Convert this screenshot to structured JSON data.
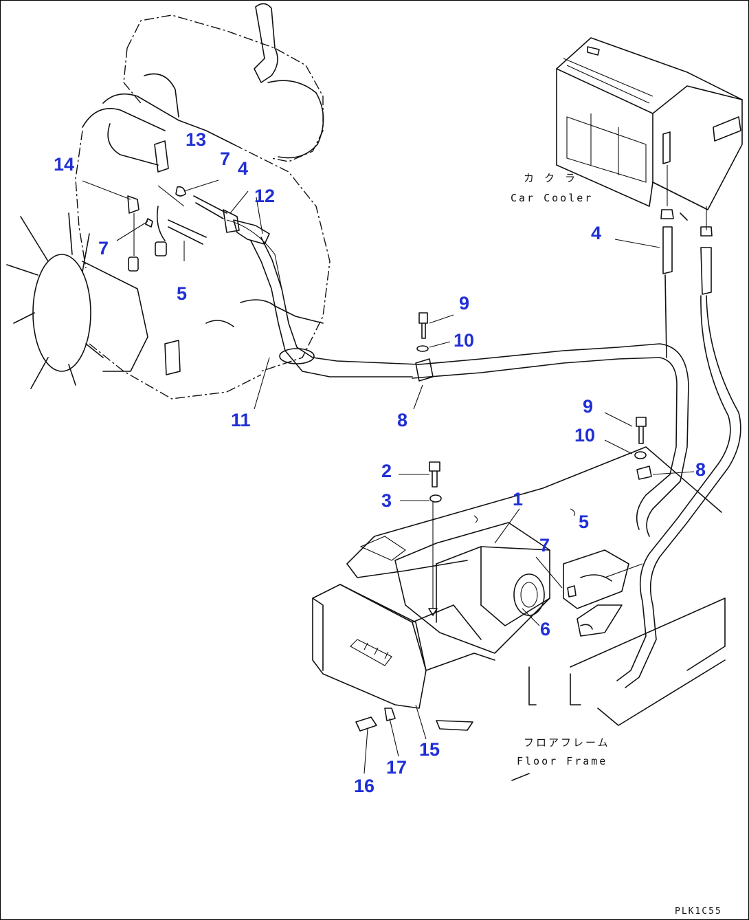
{
  "callouts": {
    "c13": "13",
    "c14": "14",
    "c7a": "7",
    "c4a": "4",
    "c12": "12",
    "c7b": "7",
    "c5a": "5",
    "c4b": "4",
    "c9a": "9",
    "c10a": "10",
    "c11": "11",
    "c8a": "8",
    "c9b": "9",
    "c10b": "10",
    "c8b": "8",
    "c2": "2",
    "c3": "3",
    "c1": "1",
    "c5b": "5",
    "c7c": "7",
    "c6": "6",
    "c15": "15",
    "c17": "17",
    "c16": "16"
  },
  "labels": {
    "car_cooler_jp": "カ ク ラ",
    "car_cooler_en": "Car Cooler",
    "floor_frame_jp": "フロアフレーム",
    "floor_frame_en": "Floor Frame"
  },
  "drawing_code": "PLK1C55",
  "colors": {
    "callout": "#1f2fd6",
    "line": "#111111"
  }
}
